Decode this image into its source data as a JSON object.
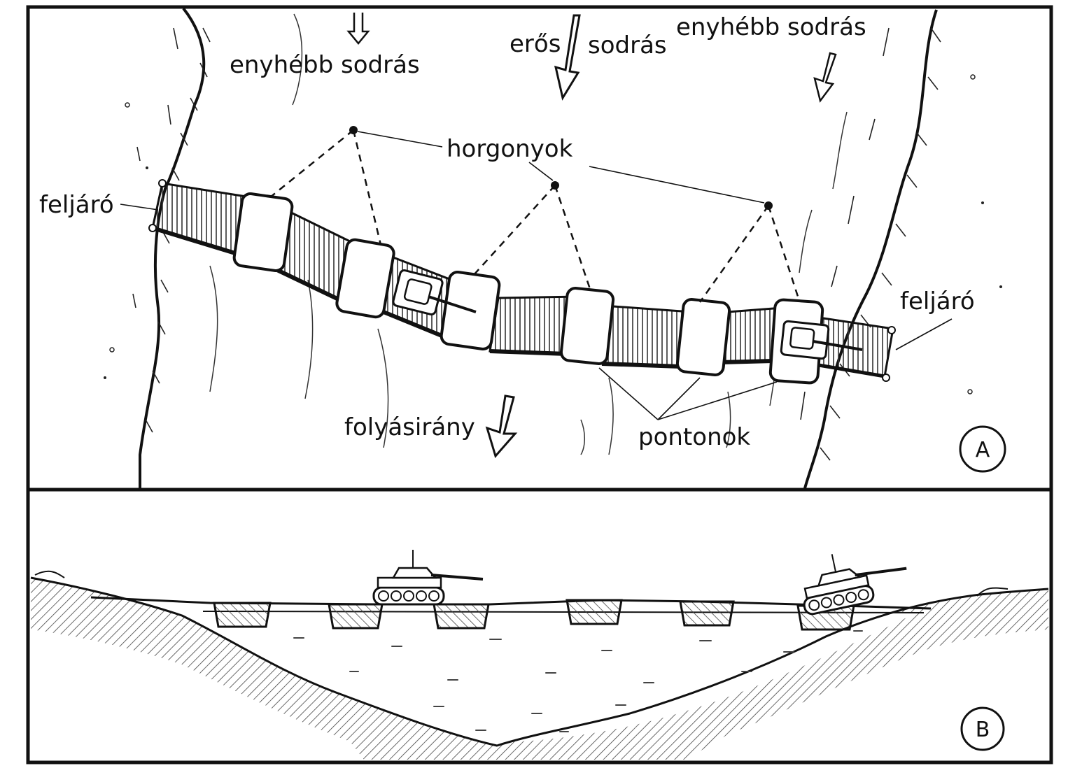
{
  "panel_a": {
    "label": "A",
    "current_left": "enyhébb sodrás",
    "current_mid_a": "erős",
    "current_mid_b": "sodrás",
    "current_right": "enyhébb sodrás",
    "anchors": "horgonyok",
    "ramp_left": "feljáró",
    "ramp_right": "feljáró",
    "flow": "folyásirány",
    "pontoons": "pontonok"
  },
  "panel_b": {
    "label": "B"
  },
  "colors": {
    "ink": "#111111",
    "paper": "#ffffff",
    "hatch": "#555555"
  }
}
